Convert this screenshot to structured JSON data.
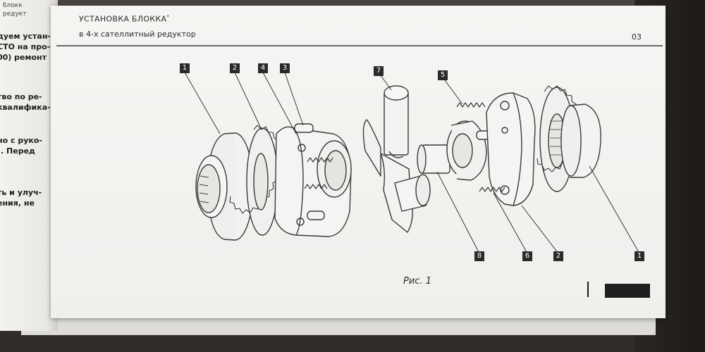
{
  "header": {
    "title": "УСТАНОВКА БЛОККА",
    "title_mark": "*",
    "subtitle": "в 4-х сателлитный редуктор",
    "page_number": "03"
  },
  "left_page": {
    "lines": [
      "дуем устан-",
      "СТО на про-",
      "00) ремонт",
      "",
      "",
      "тво по ре-",
      "квалифика-",
      "",
      "но с руко-",
      "). Перед",
      "",
      "",
      "ть и улуч-",
      "ения, не"
    ],
    "header_fragment": "блокк",
    "header_fragment2": "редукт"
  },
  "figure": {
    "caption": "Рис. 1",
    "callouts_top": [
      "1",
      "2",
      "4",
      "3",
      "7",
      "5"
    ],
    "callouts_bottom": [
      "8",
      "6",
      "2",
      "1"
    ]
  }
}
